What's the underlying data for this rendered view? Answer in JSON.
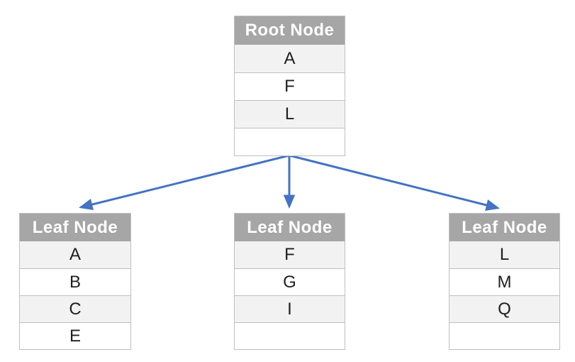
{
  "tree": {
    "root": {
      "title": "Root Node",
      "keys": [
        "A",
        "F",
        "L",
        ""
      ]
    },
    "leaves": [
      {
        "title": "Leaf Node",
        "keys": [
          "A",
          "B",
          "C",
          "E"
        ]
      },
      {
        "title": "Leaf Node",
        "keys": [
          "F",
          "G",
          "I",
          ""
        ]
      },
      {
        "title": "Leaf Node",
        "keys": [
          "L",
          "M",
          "Q",
          ""
        ]
      }
    ]
  },
  "colors": {
    "header_bg": "#a6a6a6",
    "header_text": "#ffffff",
    "row_bg": "#ffffff",
    "row_alt_bg": "#f2f2f2",
    "border": "#bfbfbf",
    "arrow": "#4472c4"
  }
}
